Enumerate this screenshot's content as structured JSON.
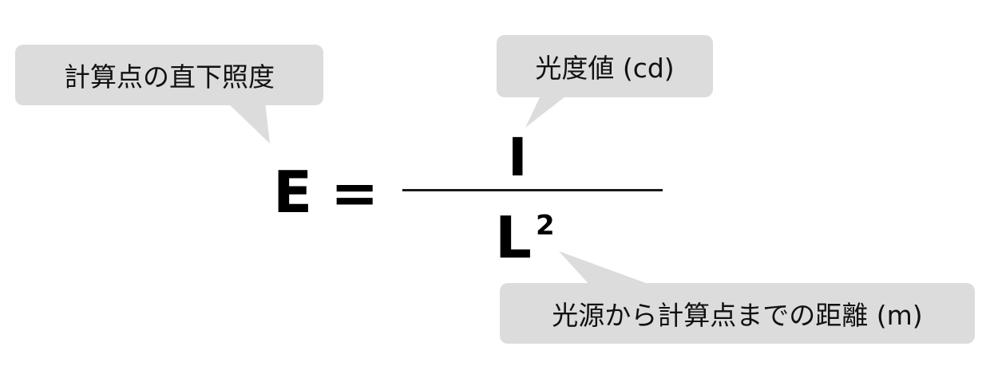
{
  "callouts": {
    "illuminance": "計算点の直下照度",
    "intensity": "光度値 (cd)",
    "distance": "光源から計算点までの距離 (m)"
  },
  "formula": {
    "lhs": "E",
    "equals": "=",
    "numerator": "I",
    "denominator": "L",
    "exponent": "2"
  },
  "colors": {
    "callout_fill": "#dcdcdc",
    "text": "#000000"
  }
}
